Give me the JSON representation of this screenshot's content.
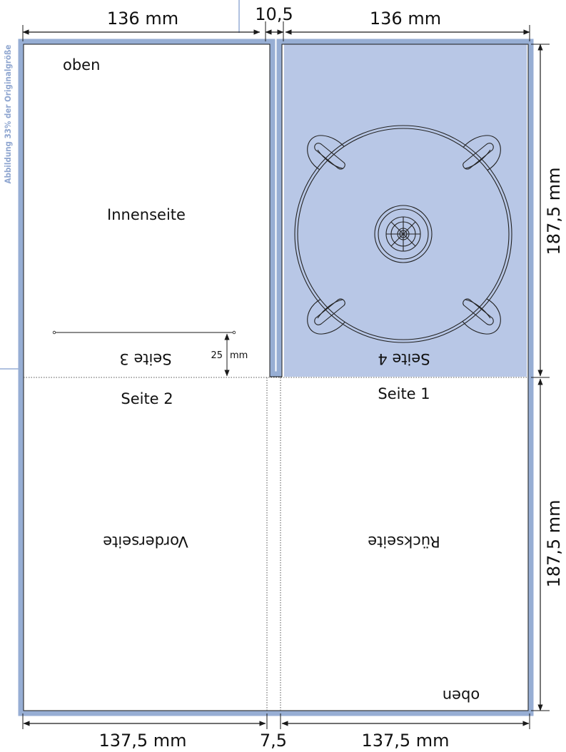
{
  "colors": {
    "frame": "#97aed4",
    "panel_fill": "#b8c7e6",
    "line": "#1a1a1a",
    "note": "#8fa6d0"
  },
  "dimensions": {
    "top_left_width": "136 mm",
    "top_gap": "10,5",
    "top_right_width": "136 mm",
    "right_upper_height": "187,5 mm",
    "right_lower_height": "187,5 mm",
    "bottom_left_width": "137,5 mm",
    "bottom_gap": "7,5",
    "bottom_right_width": "137,5 mm",
    "inner_offset": "25",
    "inner_offset_unit": "mm"
  },
  "labels": {
    "top_left_oben": "oben",
    "innenseite": "Innenseite",
    "seite3": "Seite 3",
    "seite4": "Seite 4",
    "seite2": "Seite 2",
    "seite1": "Seite 1",
    "vorderseite": "Vorderseite",
    "rueckseite": "Rückseite",
    "bottom_right_oben": "oben"
  },
  "side_note": "Abbildung 33% der Originalgröße",
  "icons": [
    "disc-tray-icon"
  ]
}
